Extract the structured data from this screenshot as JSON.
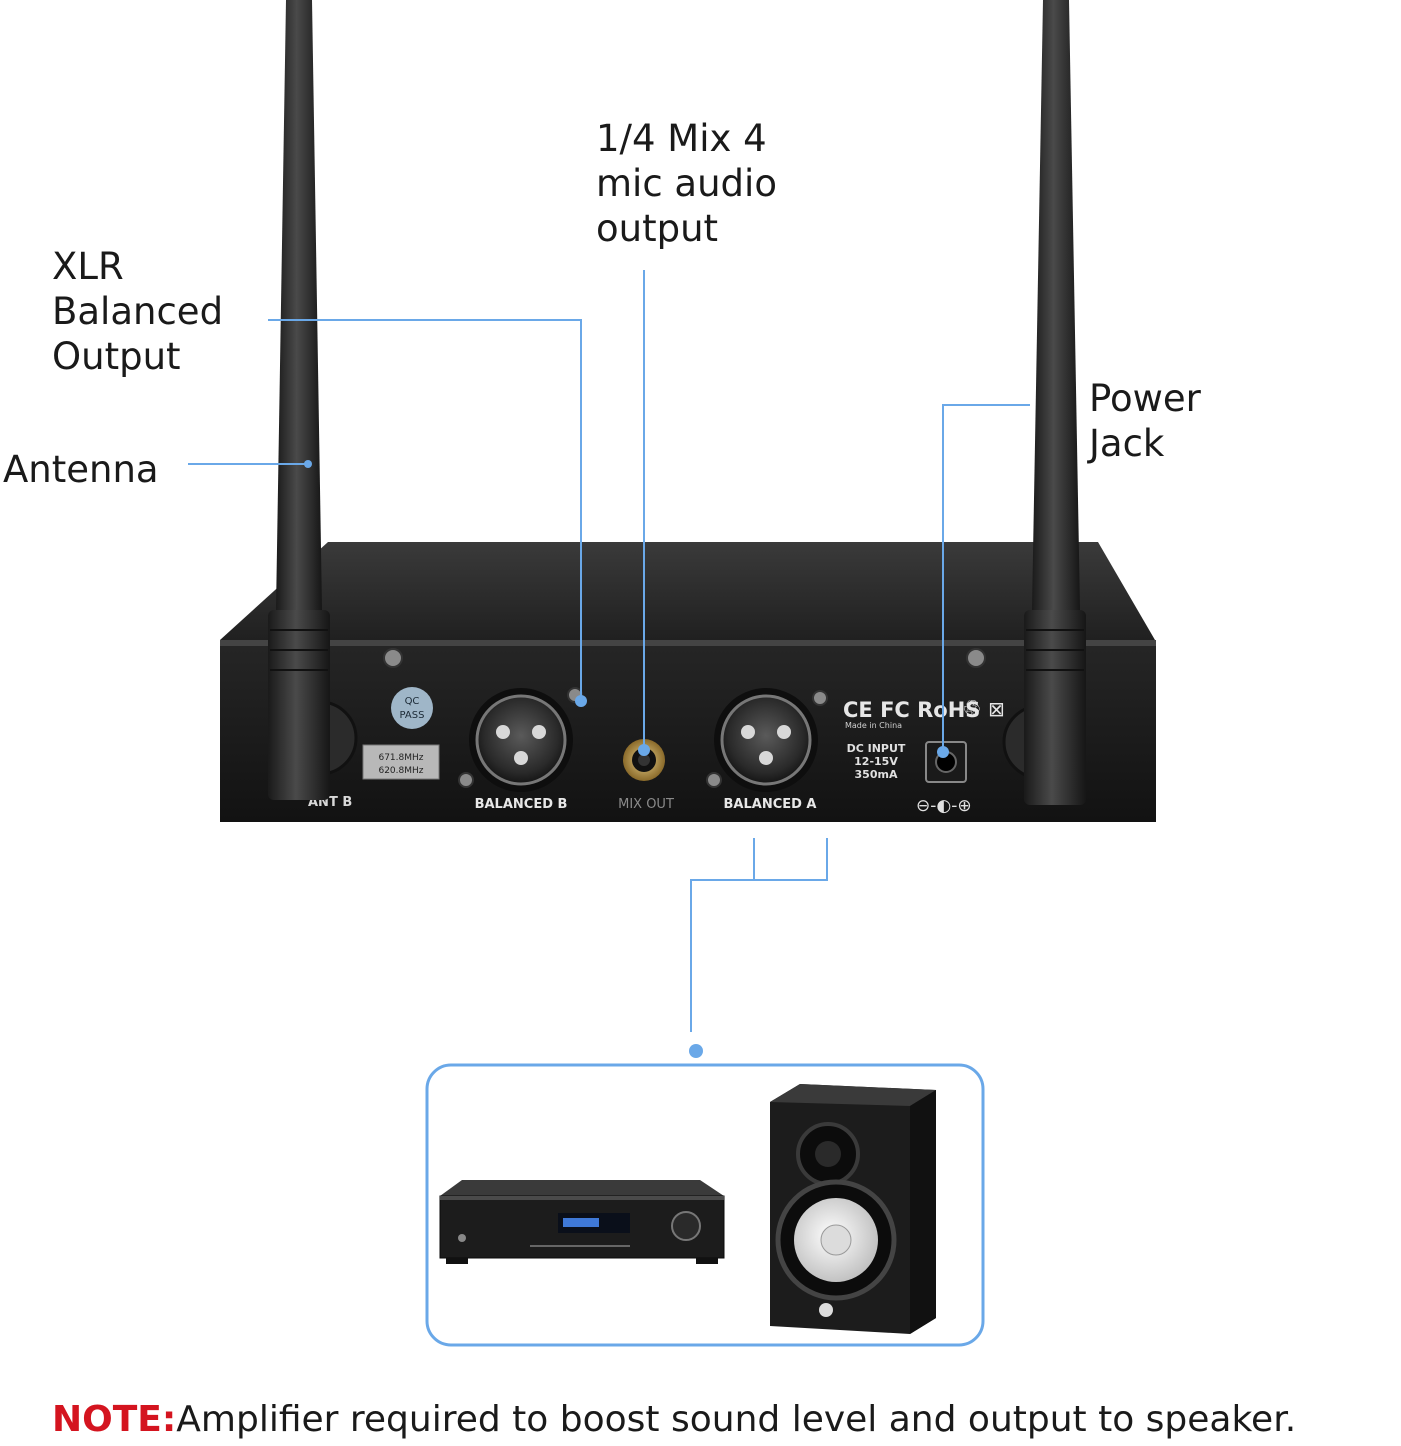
{
  "callouts": {
    "mix_output": [
      "1/4 Mix 4",
      "mic audio",
      "output"
    ],
    "xlr_output": [
      "XLR",
      "Balanced",
      "Output"
    ],
    "antenna": "Antenna",
    "power_jack": [
      "Power",
      "Jack"
    ]
  },
  "device": {
    "ant_b_label": "ANT B",
    "balanced_b_label": "BALANCED B",
    "mix_out_label": "MIX OUT",
    "balanced_a_label": "BALANCED A",
    "qc_badge": [
      "QC",
      "PASS"
    ],
    "frequency_sticker": [
      "671.8MHz",
      "620.8MHz"
    ],
    "cert_marks": "CE FC RoHS",
    "made_in": "Made in China",
    "dc_input": [
      "DC INPUT",
      "12-15V",
      "350mA"
    ]
  },
  "note": {
    "prefix": "NOTE:",
    "text": "Amplifier required to boost sound level and output to speaker."
  },
  "colors": {
    "callout_line": "#6aa8e8",
    "device_body": "#1b1b1b",
    "note_red": "#d4141f"
  }
}
